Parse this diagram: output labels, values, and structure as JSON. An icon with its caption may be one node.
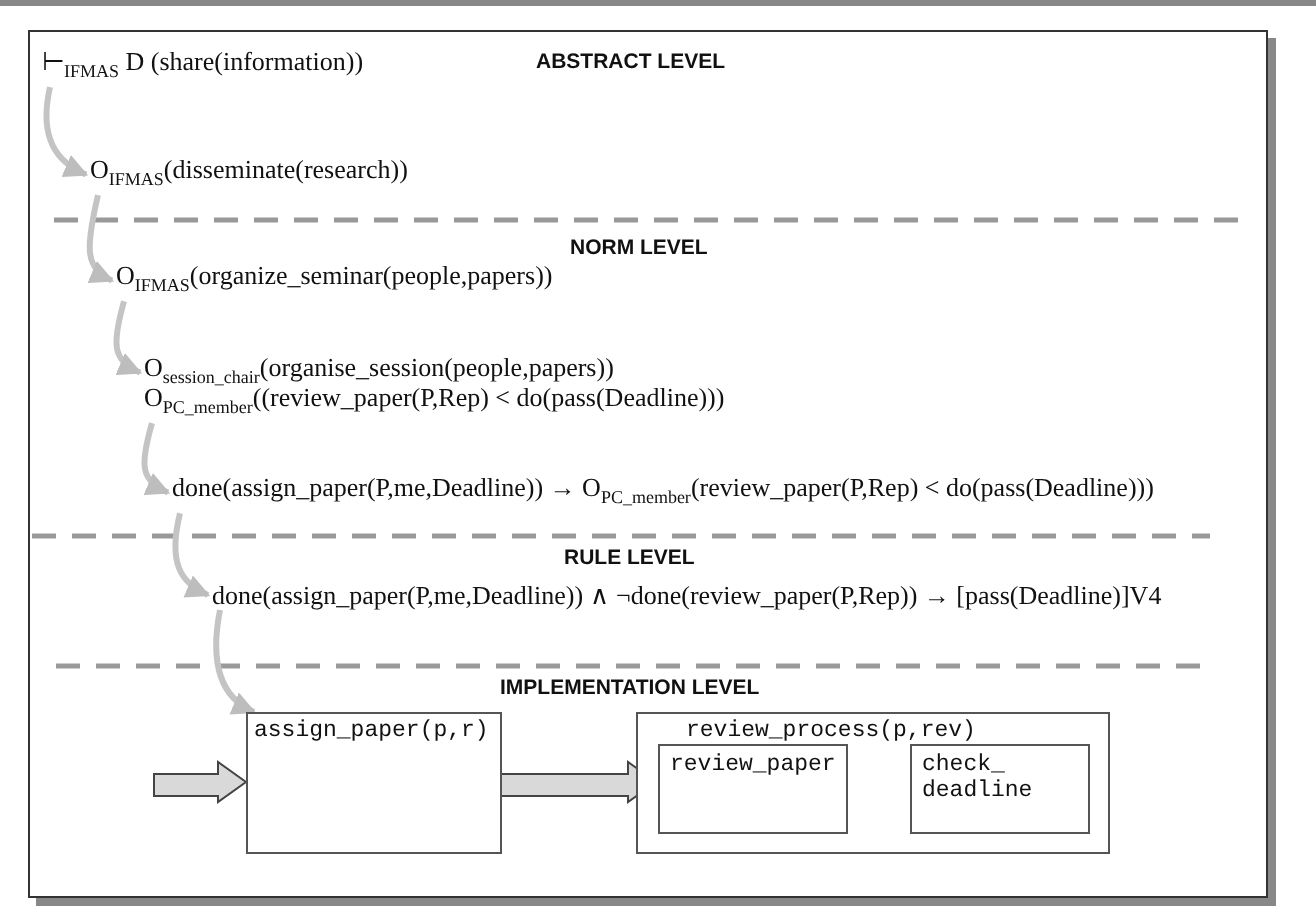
{
  "diagram": {
    "nodes": [
      {
        "text": [
          "⊢$_{IFMAS}$ D (share(information))"
        ]
      },
      {
        "text": [
          "O$_{IFMAS}$(disseminate(research))"
        ]
      },
      {
        "text": [
          "O$_{IFMAS}$(organize_seminar(people,papers))"
        ]
      },
      {
        "text": [
          "O$_{session_chair}$(organise_session(people,papers))"
        ]
      },
      {
        "text": [
          "O$_{PC_member}$((review_paper(P,Rep) < do(pass(Deadline)))"
        ]
      },
      {
        "text": [
          "done(assign_paper(P,me,Deadline)) → O$_{PC_member}$(review_paper(P,Rep) < do(pass(Deadline)))"
        ]
      },
      {
        "text": [
          "done(assign_paper(P,me,Deadline)) ∧ ¬done(review_paper(P,Rep)) → [pass(Deadline)]V4"
        ]
      },
      {
        "text": [
          "assign_paper(p,r)"
        ]
      },
      {
        "text": [
          "review_process(p,rev)"
        ]
      },
      {
        "text": [
          "review_paper"
        ],
        "in": 8
      },
      {
        "text": [
          "check_ deadline"
        ],
        "in": 8
      }
    ],
    "edges": [
      {
        "from": 0,
        "to": 1,
        "arrow": "to"
      },
      {
        "from": 1,
        "to": 2,
        "arrow": "to"
      },
      {
        "from": 2,
        "to": 3,
        "arrow": "to"
      },
      {
        "from": 4,
        "to": 5,
        "arrow": "to"
      },
      {
        "from": 5,
        "to": 6,
        "arrow": "to"
      },
      {
        "from": 6,
        "to": 7,
        "arrow": "to"
      },
      {
        "from": null,
        "to": 7,
        "arrow": "to",
        "style": "thick"
      },
      {
        "from": 7,
        "to": 8,
        "arrow": "to",
        "style": "thick"
      }
    ],
    "labels": [
      "ABSTRACT LEVEL",
      "NORM LEVEL",
      "RULE LEVEL",
      "IMPLEMENTATION LEVEL"
    ]
  }
}
